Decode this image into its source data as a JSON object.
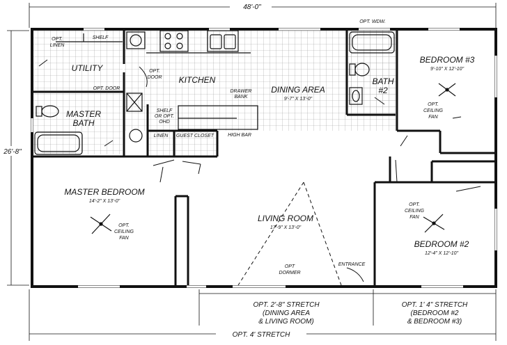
{
  "dimensions": {
    "width_top": "48'-0\"",
    "height_left": "26'-8\"",
    "stretch_center": [
      "OPT. 2'-8\" STRETCH",
      "(DINING AREA",
      "& LIVING ROOM)"
    ],
    "stretch_right": [
      "OPT. 1' 4\" STRETCH",
      "(BEDROOM #2",
      "& BEDROOM #3)"
    ],
    "stretch_total": "OPT. 4' STRETCH"
  },
  "rooms": {
    "utility": "UTILITY",
    "opt_linen": [
      "OPT.",
      "LINEN"
    ],
    "shelf": "SHELF",
    "opt_door_utility": [
      "OPT.",
      "DOOR"
    ],
    "opt_door_bath": "OPT. DOOR",
    "kitchen": "KITCHEN",
    "master_bath": [
      "MASTER",
      "BATH"
    ],
    "shelf_ohd": [
      "SHELF",
      "OR OPT.",
      "OHD"
    ],
    "linen": "LINEN",
    "guest_closet": "GUEST CLOSET",
    "high_bar": "HIGH BAR",
    "drawer_bank": [
      "DRAWER",
      "BANK"
    ],
    "dining_area": "DINING AREA",
    "dining_size": "9'-7\" X 13'-0\"",
    "opt_wdw": "OPT. WDW.",
    "bath2": [
      "BATH",
      "#2"
    ],
    "bedroom3": "BEDROOM #3",
    "bedroom3_size": "9'-10\" X 12'-10\"",
    "bedroom3_fan": [
      "OPT.",
      "CEILING",
      "FAN"
    ],
    "master_bedroom": "MASTER BEDROOM",
    "master_bedroom_size": "14'-2\" X 13'-0\"",
    "master_fan": [
      "OPT.",
      "CEILING",
      "FAN"
    ],
    "living_room": "LIVING ROOM",
    "living_size": "17'-9\" X 13'-0\"",
    "opt_dormer": [
      "OPT",
      "DORMER"
    ],
    "entrance": "ENTRANCE",
    "bedroom2": "BEDROOM #2",
    "bedroom2_size": "12'-4\" X 12'-10\"",
    "bedroom2_fan": [
      "OPT.",
      "CEILING",
      "FAN"
    ]
  }
}
